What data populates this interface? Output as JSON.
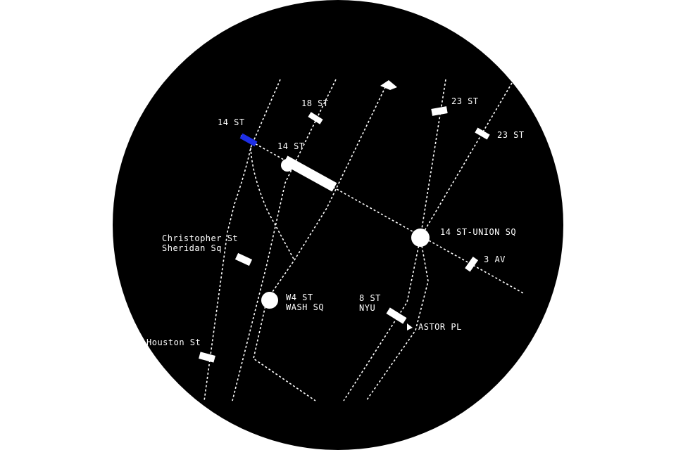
{
  "map": {
    "background_color": "#000000",
    "line_color": "#ffffff",
    "highlight_color": "#1e2fe6",
    "labels": {
      "w14_st_west": "14 ST",
      "w18_st": "18 ST",
      "w14_st_center": "14 ST",
      "e23_st_lex": "23 ST",
      "e23_st_park": "23 ST",
      "union_sq": "14 ST-UNION SQ",
      "third_av": "3 AV",
      "christopher_st_line1": "Christopher St",
      "christopher_st_line2": "Sheridan Sq",
      "w4_st_line1": "W4 ST",
      "w4_st_line2": "WASH SQ",
      "eighth_st_line1": "8 ST",
      "eighth_st_line2": "NYU",
      "astor_pl": "ASTOR PL",
      "houston_st": "Houston St"
    }
  }
}
